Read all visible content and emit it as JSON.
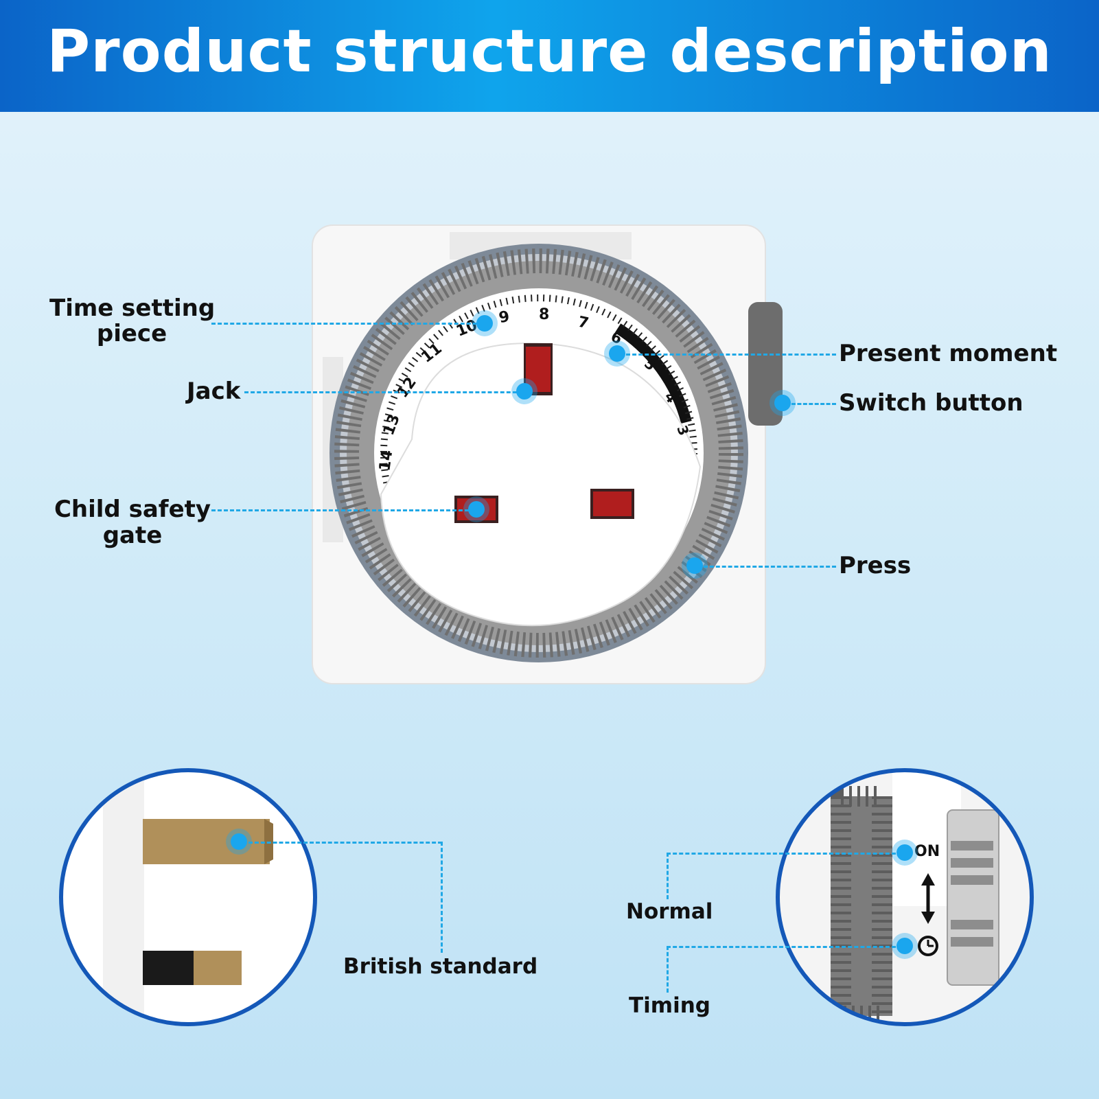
{
  "header": {
    "title": "Product structure description"
  },
  "dial": {
    "hour_numbers": [
      "3",
      "4",
      "5",
      "6",
      "7",
      "8",
      "9",
      "10",
      "11",
      "12",
      "13",
      "14"
    ]
  },
  "labels": {
    "time_setting_line1": "Time setting",
    "time_setting_line2": "piece",
    "jack": "Jack",
    "child_safety_line1": "Child safety",
    "child_safety_line2": "gate",
    "present_moment": "Present moment",
    "switch_button": "Switch button",
    "press": "Press",
    "british_standard": "British standard",
    "normal": "Normal",
    "timing": "Timing",
    "on_marking": "ON"
  },
  "colors": {
    "accent": "#1aa6ee",
    "banner_dark": "#0b64c8",
    "banner_light": "#0fa4ec",
    "circle_border": "#1458b8"
  }
}
